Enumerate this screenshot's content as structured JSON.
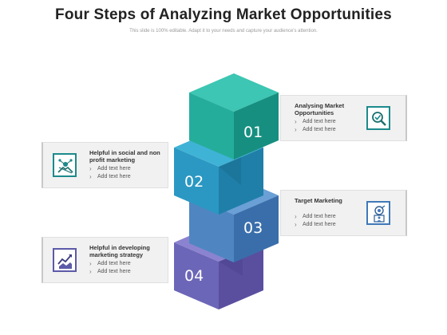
{
  "title": "Four Steps of Analyzing Market Opportunities",
  "subtitle": "This slide is 100% editable. Adapt it to your needs and capture your audience's attention.",
  "steps": [
    {
      "number": "01",
      "color": "#23a89a",
      "heading": "Analysing Market Opportunities",
      "items": [
        "Add text here",
        "Add text here"
      ],
      "icon": "magnifier-check-icon"
    },
    {
      "number": "02",
      "color": "#2a8fb5",
      "heading": "Helpful in social and non profit marketing",
      "items": [
        "Add text here",
        "Add text here"
      ],
      "icon": "network-hands-icon"
    },
    {
      "number": "03",
      "color": "#3f78b8",
      "heading": "Target Marketing",
      "items": [
        "Add text here",
        "Add text here"
      ],
      "icon": "target-person-icon"
    },
    {
      "number": "04",
      "color": "#5c5aa8",
      "heading": "Helpful in developing marketing strategy",
      "items": [
        "Add text here",
        "Add text here"
      ],
      "icon": "growth-chart-icon"
    }
  ]
}
